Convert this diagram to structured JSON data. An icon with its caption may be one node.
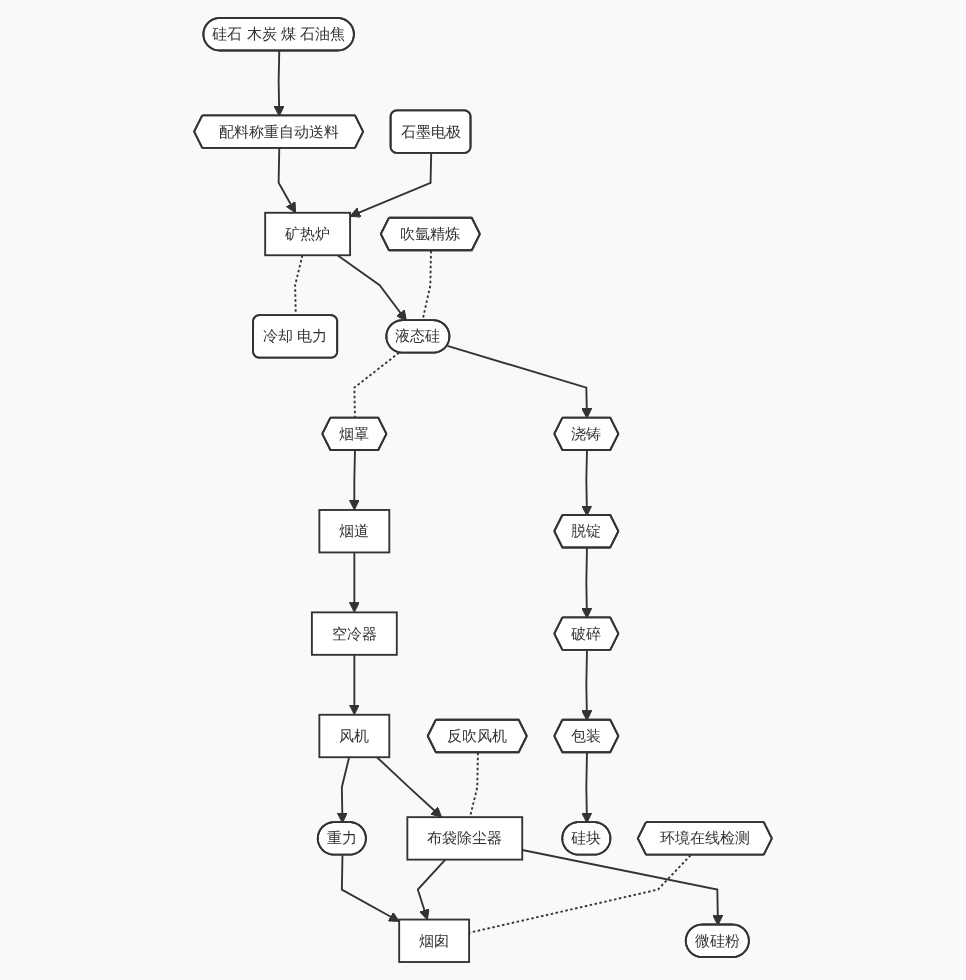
{
  "diagram": {
    "nodes": [
      {
        "text": [
          "硅石 木炭 煤 石油焦"
        ]
      },
      {
        "text": [
          "石墨电极"
        ]
      },
      {
        "text": [
          "配料称重自动送料"
        ]
      },
      {
        "text": [
          "矿热炉"
        ]
      },
      {
        "text": [
          "冷却 电力"
        ]
      },
      {
        "text": [
          "烟罩"
        ]
      },
      {
        "text": [
          "液态硅"
        ]
      },
      {
        "text": [
          "吹氩精炼"
        ]
      },
      {
        "text": [
          "浇铸"
        ]
      },
      {
        "text": [
          "烟道"
        ]
      },
      {
        "text": [
          "空冷器"
        ]
      },
      {
        "text": [
          "脱锭"
        ]
      },
      {
        "text": [
          "风机"
        ]
      },
      {
        "text": [
          "破碎"
        ]
      },
      {
        "text": [
          "重力"
        ]
      },
      {
        "text": [
          "布袋除尘器"
        ]
      },
      {
        "text": [
          "包装"
        ]
      },
      {
        "text": [
          "反吹风机"
        ]
      },
      {
        "text": [
          "硅块"
        ]
      },
      {
        "text": [
          "环境在线检测"
        ]
      },
      {
        "text": [
          "烟囱"
        ]
      },
      {
        "text": [
          "微硅粉"
        ]
      }
    ],
    "edges": [
      {
        "from": 0,
        "to": 2,
        "arrow": "to"
      },
      {
        "from": 2,
        "to": 3,
        "arrow": "to"
      },
      {
        "from": 1,
        "to": 3,
        "arrow": "to"
      },
      {
        "from": 3,
        "to": 4,
        "arrow": "none",
        "style": "dashed"
      },
      {
        "from": 3,
        "to": 6,
        "arrow": "to"
      },
      {
        "from": 6,
        "to": 5,
        "arrow": "none",
        "style": "dashed"
      },
      {
        "from": 7,
        "to": 6,
        "arrow": "none",
        "style": "dashed"
      },
      {
        "from": 6,
        "to": 8,
        "arrow": "to"
      },
      {
        "from": 8,
        "to": 11,
        "arrow": "to"
      },
      {
        "from": 11,
        "to": 13,
        "arrow": "to"
      },
      {
        "from": 13,
        "to": 16,
        "arrow": "to"
      },
      {
        "from": 16,
        "to": 18,
        "arrow": "to"
      },
      {
        "from": 5,
        "to": 9,
        "arrow": "to"
      },
      {
        "from": 9,
        "to": 10,
        "arrow": "to"
      },
      {
        "from": 10,
        "to": 12,
        "arrow": "to"
      },
      {
        "from": 12,
        "to": 14,
        "arrow": "to"
      },
      {
        "from": 12,
        "to": 15,
        "arrow": "to"
      },
      {
        "from": 14,
        "to": 20,
        "arrow": "to"
      },
      {
        "from": 15,
        "to": 20,
        "arrow": "to"
      },
      {
        "from": 15,
        "to": 21,
        "arrow": "to"
      },
      {
        "from": 17,
        "to": 15,
        "arrow": "none",
        "style": "dashed"
      },
      {
        "from": 19,
        "to": 20,
        "arrow": "none",
        "style": "dashed"
      }
    ]
  }
}
